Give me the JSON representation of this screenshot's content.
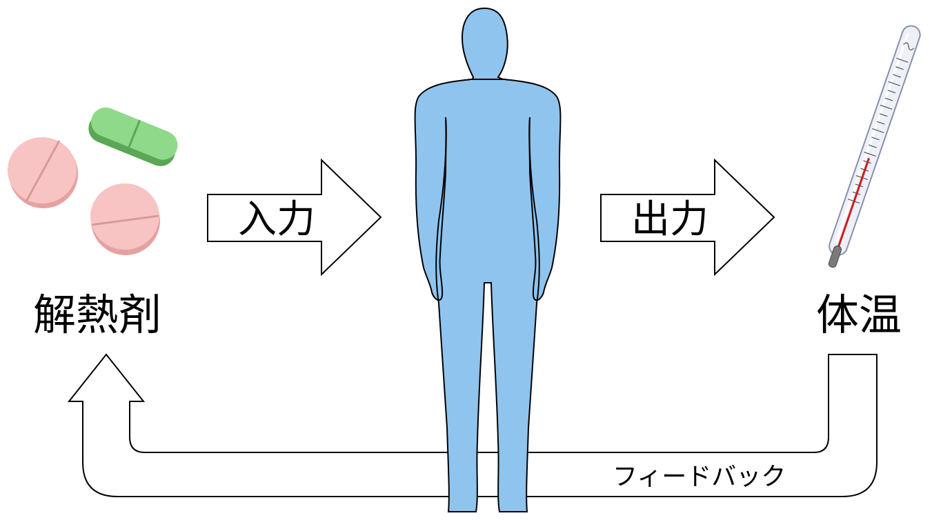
{
  "labels": {
    "medicine": "解熱剤",
    "input": "入力",
    "output": "出力",
    "body_temperature": "体温",
    "feedback": "フィードバック"
  },
  "colors": {
    "human_fill": "#8fc4ee",
    "pill_pink": "#f8c3c3",
    "capsule_green": "#8fd98a"
  },
  "icons": {
    "medicine": "pills-icon",
    "human": "human-silhouette-icon",
    "thermometer": "thermometer-icon"
  }
}
